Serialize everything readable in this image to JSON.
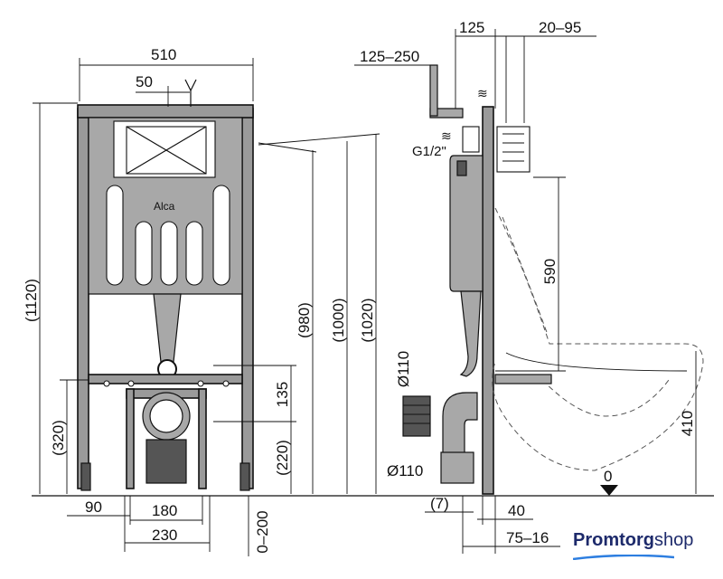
{
  "dimensions": {
    "width_510": "510",
    "offset_50": "50",
    "height_1120": "(1120)",
    "height_320": "(320)",
    "bottom_90": "90",
    "bottom_180": "180",
    "bottom_230": "230",
    "range_0_200": "0–200",
    "height_135": "135",
    "height_220": "(220)",
    "height_980": "(980)",
    "height_1000": "(1000)",
    "height_1020": "(1020)",
    "top_125": "125",
    "top_20_95": "20–95",
    "top_125_250": "125–250",
    "thread_g12": "G1/2\"",
    "diam_110_vertical": "Ø110",
    "diam_110_horizontal": "Ø110",
    "height_590": "590",
    "height_410": "410",
    "zero_level": "0",
    "side_7": "(7)",
    "side_40": "40",
    "side_75_16": "75–16"
  },
  "logo": {
    "frame_logo": "Alca",
    "brand_part1": "Promtorg",
    "brand_part2": "shop"
  },
  "colors": {
    "frame_fill": "#9a9a9a",
    "brand_blue": "#1d2a6b",
    "brand_underline": "#2d7ee0"
  },
  "icons": {
    "water_wave": "wave-icon",
    "arrow_down": "arrow-down-icon"
  }
}
